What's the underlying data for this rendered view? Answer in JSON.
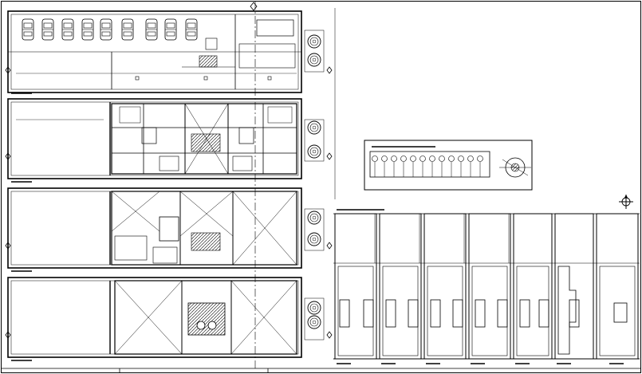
{
  "drawing": {
    "title": "",
    "colors": {
      "background": "#ffffff",
      "line": "#000000",
      "hatch": "#333333"
    },
    "floor_plans": [
      {
        "id": "parking-level"
      },
      {
        "id": "first-floor"
      },
      {
        "id": "second-floor"
      },
      {
        "id": "roof-level"
      }
    ],
    "elevations": [
      {
        "id": "elevation-1"
      },
      {
        "id": "elevation-2"
      },
      {
        "id": "elevation-3"
      },
      {
        "id": "elevation-4"
      },
      {
        "id": "elevation-5"
      },
      {
        "id": "elevation-6"
      },
      {
        "id": "elevation-7"
      }
    ],
    "symbols": [
      "north-arrow-icon",
      "section-marker-icon",
      "car-icon"
    ]
  }
}
